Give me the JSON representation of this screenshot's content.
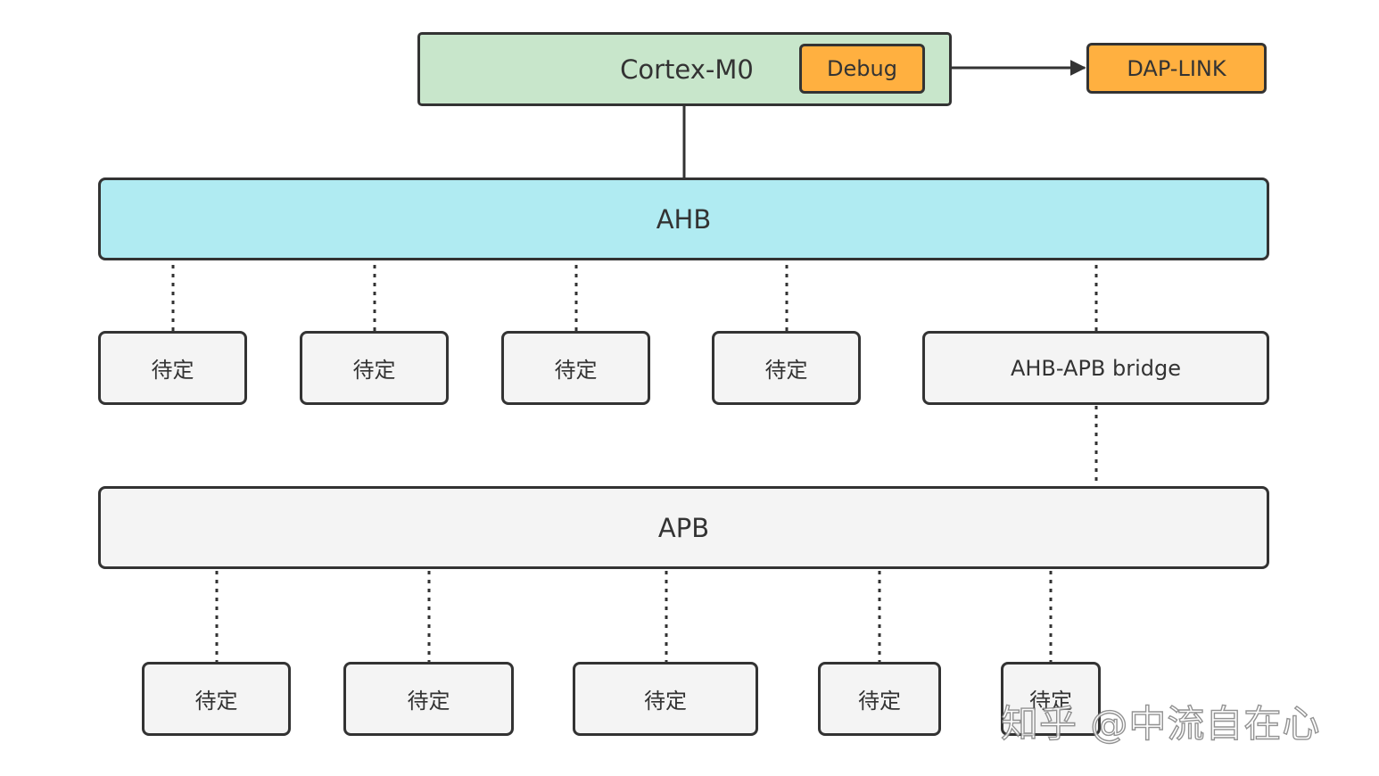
{
  "cpu": {
    "label": "Cortex-M0"
  },
  "debug": {
    "label": "Debug"
  },
  "dap_link": {
    "label": "DAP-LINK"
  },
  "ahb": {
    "label": "AHB"
  },
  "apb": {
    "label": "APB"
  },
  "ahb_peripherals": [
    "待定",
    "待定",
    "待定",
    "待定"
  ],
  "bridge": {
    "label": "AHB-APB bridge"
  },
  "apb_peripherals": [
    "待定",
    "待定",
    "待定",
    "待定",
    "待定"
  ],
  "watermark": "知乎 @中流自在心",
  "colors": {
    "cpu_fill": "#c8e6cb",
    "debug_fill": "#ffb040",
    "ahb_fill": "#b0ebf2",
    "apb_fill": "#f4f4f4",
    "stroke": "#333333"
  }
}
